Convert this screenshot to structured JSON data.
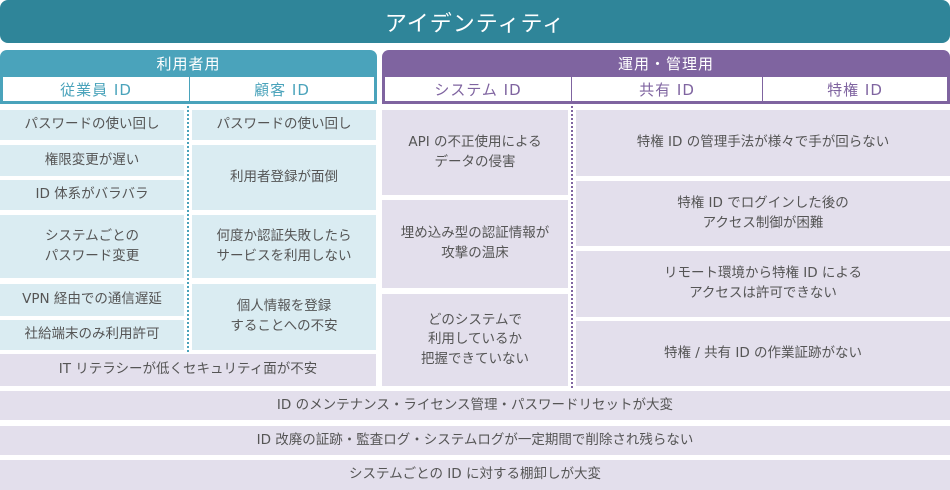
{
  "title": "アイデンティティ",
  "colors": {
    "title_bg": "#2f8599",
    "user_group": "#4aa3bb",
    "admin_group": "#7f64a0",
    "user_cell_bg": "#daecf2",
    "admin_cell_bg": "#e3dfec",
    "text": "#555555"
  },
  "groups": {
    "user": {
      "label": "利用者用",
      "columns": [
        "従業員 ID",
        "顧客 ID"
      ]
    },
    "admin": {
      "label": "運用・管理用",
      "columns": [
        "システム ID",
        "共有 ID",
        "特権 ID"
      ]
    }
  },
  "employee_id_issues": [
    "パスワードの使い回し",
    "権限変更が遅い",
    "ID 体系がバラバラ",
    "システムごとの\nパスワード変更",
    "VPN 経由での通信遅延",
    "社給端末のみ利用許可"
  ],
  "customer_id_issues": [
    "パスワードの使い回し",
    "利用者登録が面倒",
    "何度か認証失敗したら\nサービスを利用しない",
    "個人情報を登録\nすることへの不安"
  ],
  "user_shared_issue": "IT リテラシーが低くセキュリティ面が不安",
  "system_id_issues": [
    "API の不正使用による\nデータの侵害",
    "埋め込み型の認証情報が\n攻撃の温床",
    "どのシステムで\n利用しているか\n把握できていない"
  ],
  "shared_privileged_id_issues": [
    "特権 ID の管理手法が様々で手が回らない",
    "特権 ID でログインした後の\nアクセス制御が困難",
    "リモート環境から特権 ID による\nアクセスは許可できない",
    "特権 / 共有 ID の作業証跡がない"
  ],
  "common_issues": [
    "ID のメンテナンス・ライセンス管理・パスワードリセットが大変",
    "ID 改廃の証跡・監査ログ・システムログが一定期間で削除され残らない",
    "システムごとの ID に対する棚卸しが大変"
  ]
}
